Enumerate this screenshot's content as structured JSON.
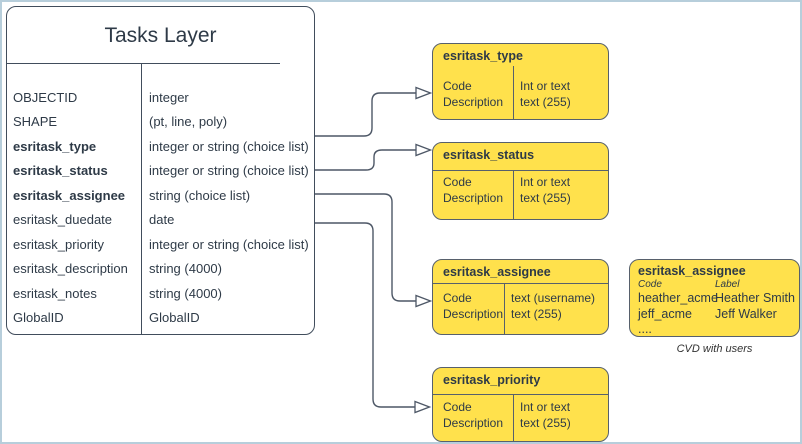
{
  "diagram": {
    "entity": {
      "title": "Tasks Layer",
      "fields": [
        {
          "name": "OBJECTID",
          "type": "integer"
        },
        {
          "name": "SHAPE",
          "type": "(pt, line, poly)"
        },
        {
          "name": "esritask_type",
          "type": "integer or string (choice list)"
        },
        {
          "name": "esritask_status",
          "type": "integer or string (choice list)"
        },
        {
          "name": "esritask_assignee",
          "type": "string (choice list)"
        },
        {
          "name": "esritask_duedate",
          "type": "date"
        },
        {
          "name": "esritask_priority",
          "type": "integer or string (choice list)"
        },
        {
          "name": "esritask_description",
          "type": "string (4000)"
        },
        {
          "name": "esritask_notes",
          "type": "string (4000)"
        },
        {
          "name": "GlobalID",
          "type": "GlobalID"
        }
      ]
    },
    "domains": [
      {
        "title": "esritask_type",
        "left_rows": [
          "Code",
          "Description"
        ],
        "right_rows": [
          "Int or text",
          "text (255)"
        ]
      },
      {
        "title": "esritask_status",
        "left_rows": [
          "Code",
          "Description"
        ],
        "right_rows": [
          "Int or text",
          "text (255)"
        ]
      },
      {
        "title": "esritask_assignee",
        "left_rows": [
          "Code",
          "Description"
        ],
        "right_rows": [
          "text  (username)",
          "text (255)"
        ]
      },
      {
        "title": "esritask_priority",
        "left_rows": [
          "Code",
          "Description"
        ],
        "right_rows": [
          "Int or text",
          "text (255)"
        ]
      }
    ],
    "cvd": {
      "title": "esritask_assignee",
      "columns": [
        "Code",
        "Label"
      ],
      "rows": [
        {
          "code": "heather_acme",
          "label": "Heather Smith"
        },
        {
          "code": "jeff_acme",
          "label": "Jeff Walker"
        },
        {
          "code": "....",
          "label": ""
        }
      ],
      "caption": "CVD with users"
    },
    "colors": {
      "domain_fill": "#FFE14C",
      "domain_border": "#57606C",
      "entity_border": "#414D5C",
      "connector": "#4D5766",
      "text": "#2E3A47",
      "canvas_border": "#B7CEDB"
    }
  }
}
